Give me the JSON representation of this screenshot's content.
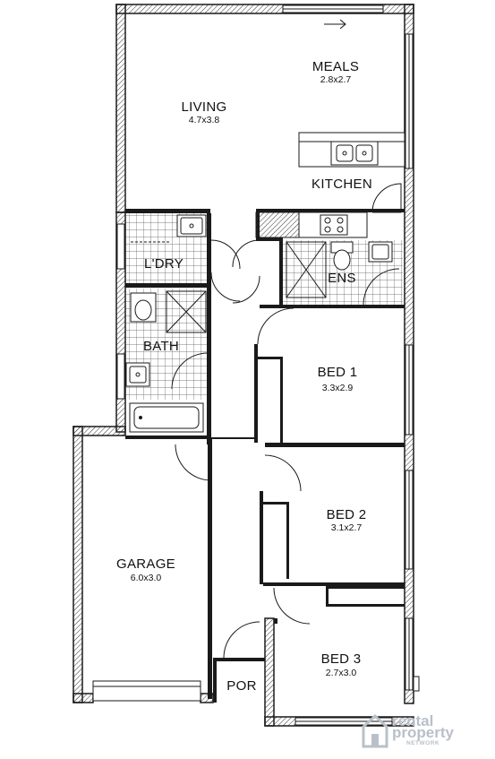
{
  "rooms": {
    "meals": {
      "name": "MEALS",
      "size": "2.8x2.7"
    },
    "living": {
      "name": "LIVING",
      "size": "4.7x3.8"
    },
    "kitchen": {
      "name": "KITCHEN"
    },
    "laundry": {
      "name": "L'DRY"
    },
    "ensuite": {
      "name": "ENS"
    },
    "bath": {
      "name": "BATH"
    },
    "bed1": {
      "name": "BED 1",
      "size": "3.3x2.9"
    },
    "bed2": {
      "name": "BED 2",
      "size": "3.1x2.7"
    },
    "bed3": {
      "name": "BED 3",
      "size": "2.7x3.0"
    },
    "garage": {
      "name": "GARAGE",
      "size": "6.0x3.0"
    },
    "porch": {
      "name": "POR"
    }
  },
  "watermark": {
    "line1": "rental",
    "line2": "property",
    "line3": "NETWORK"
  },
  "colors": {
    "wall": "#1a1a1a",
    "hatch": "#333333",
    "tile": "#555555",
    "watermark": "#b9c0c8"
  }
}
